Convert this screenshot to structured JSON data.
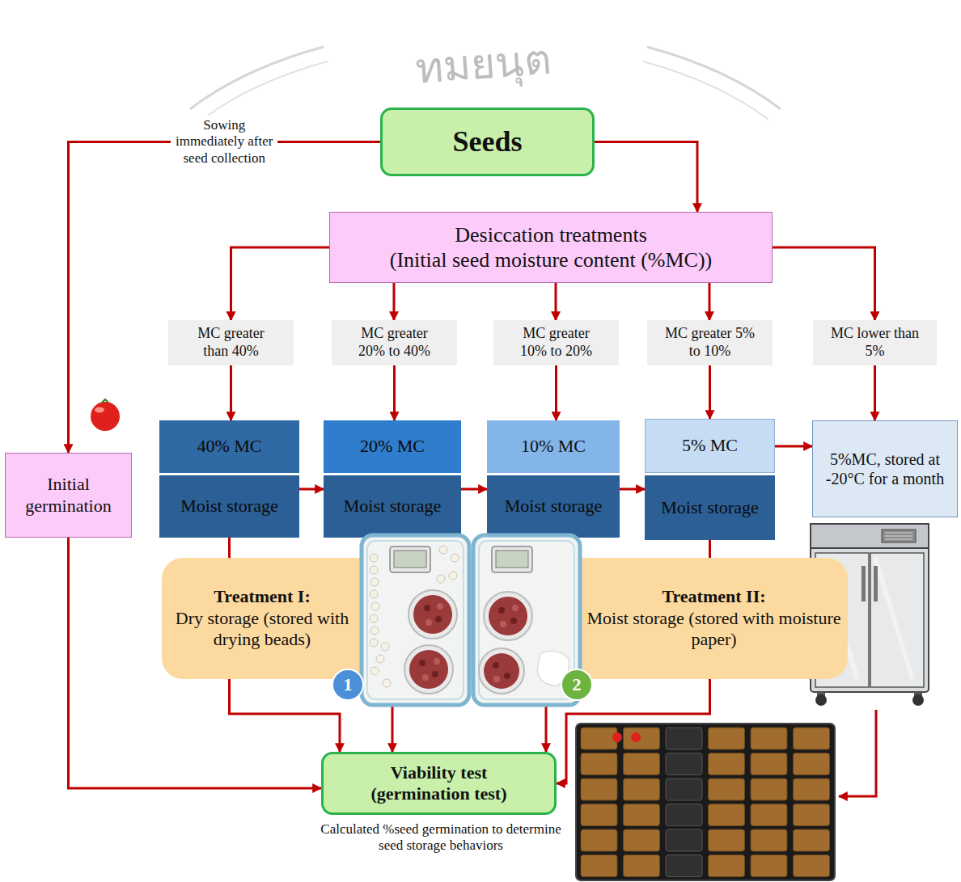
{
  "diagram": {
    "nodes": [
      {
        "text": [
          "Seeds"
        ]
      },
      {
        "text": [
          "Desiccation treatments",
          "(Initial seed moisture content (%MC))"
        ]
      },
      {
        "text": [
          "MC greater than 40%"
        ]
      },
      {
        "text": [
          "MC greater 20% to 40%"
        ]
      },
      {
        "text": [
          "MC greater 10% to 20%"
        ]
      },
      {
        "text": [
          "MC greater 5% to 10%"
        ]
      },
      {
        "text": [
          "MC lower than 5%"
        ]
      },
      {
        "text": [
          "Initial germination"
        ]
      },
      {
        "text": [
          "40% MC"
        ]
      },
      {
        "text": [
          "Moist storage"
        ]
      },
      {
        "text": [
          "20% MC"
        ]
      },
      {
        "text": [
          "Moist storage"
        ]
      },
      {
        "text": [
          "10% MC"
        ]
      },
      {
        "text": [
          "Moist storage"
        ]
      },
      {
        "text": [
          "5% MC"
        ]
      },
      {
        "text": [
          "Moist storage"
        ]
      },
      {
        "text": [
          "5%MC, stored at -20°C for a month"
        ]
      },
      {
        "text": [
          "Treatment I:",
          "Dry storage (stored with drying beads)",
          "Treatment II:",
          "Moist storage (stored with moisture paper)"
        ]
      },
      {
        "text": [
          "1"
        ]
      },
      {
        "text": [
          "2"
        ]
      },
      {
        "text": [
          "Viability test",
          "(germination test)"
        ]
      }
    ],
    "edges": [
      {
        "from": 0,
        "to": 7,
        "arrow": "to",
        "label": "Sowing immediately after seed collection"
      },
      {
        "from": 0,
        "to": 1,
        "arrow": "to"
      },
      {
        "from": 1,
        "to": 2,
        "arrow": "to"
      },
      {
        "from": 1,
        "to": 3,
        "arrow": "to"
      },
      {
        "from": 1,
        "to": 4,
        "arrow": "to"
      },
      {
        "from": 1,
        "to": 5,
        "arrow": "to"
      },
      {
        "from": 1,
        "to": 6,
        "arrow": "to"
      },
      {
        "from": 2,
        "to": 8,
        "arrow": "to"
      },
      {
        "from": 3,
        "to": 10,
        "arrow": "to"
      },
      {
        "from": 4,
        "to": 12,
        "arrow": "to"
      },
      {
        "from": 5,
        "to": 14,
        "arrow": "to"
      },
      {
        "from": 6,
        "to": 16,
        "arrow": "to"
      },
      {
        "from": 9,
        "to": 11,
        "arrow": "to"
      },
      {
        "from": 11,
        "to": 13,
        "arrow": "to"
      },
      {
        "from": 13,
        "to": 15,
        "arrow": "to"
      },
      {
        "from": 14,
        "to": 16,
        "arrow": "to"
      },
      {
        "from": 9,
        "to": 20,
        "arrow": "to"
      },
      {
        "from": 11,
        "to": 20,
        "arrow": "to"
      },
      {
        "from": 13,
        "to": 20,
        "arrow": "to"
      },
      {
        "from": 15,
        "to": 20,
        "arrow": "to"
      },
      {
        "from": 7,
        "to": 20,
        "arrow": "to"
      }
    ],
    "labels": [
      "ทมยนุต",
      "Calculated %seed germination to determine seed storage behaviors"
    ]
  }
}
